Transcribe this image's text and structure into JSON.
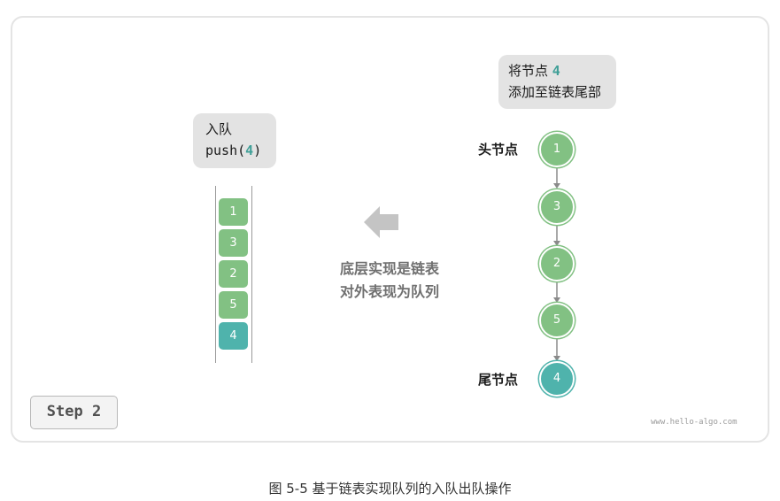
{
  "push_bubble": {
    "line1": "入队",
    "code_prefix": "push(",
    "code_arg": "4",
    "code_suffix": ")"
  },
  "tail_bubble": {
    "line1_text": "将节点 ",
    "line1_value": "4",
    "line2": "添加至链表尾部"
  },
  "queue": {
    "items": [
      {
        "value": "1",
        "color": "#82c183"
      },
      {
        "value": "3",
        "color": "#82c183"
      },
      {
        "value": "2",
        "color": "#82c183"
      },
      {
        "value": "5",
        "color": "#82c183"
      },
      {
        "value": "4",
        "color": "#4fb3ac"
      }
    ]
  },
  "middle_caption": {
    "line1": "底层实现是链表",
    "line2": "对外表现为队列"
  },
  "linked_list": {
    "head_label": "头节点",
    "tail_label": "尾节点",
    "nodes": [
      {
        "value": "1",
        "color": "#82c183"
      },
      {
        "value": "3",
        "color": "#82c183"
      },
      {
        "value": "2",
        "color": "#82c183"
      },
      {
        "value": "5",
        "color": "#82c183"
      },
      {
        "value": "4",
        "color": "#4fb3ac"
      }
    ]
  },
  "step_button": {
    "label": "Step 2"
  },
  "watermark": "www.hello-algo.com",
  "figure_caption": "图 5-5   基于链表实现队列的入队出队操作",
  "colors": {
    "node_green": "#82c183",
    "node_teal": "#4fb3ac",
    "accent_text": "#3f9f97",
    "arrow_gray": "#c4c4c4"
  },
  "icons": {
    "direction_arrow": "left-arrow-icon"
  }
}
